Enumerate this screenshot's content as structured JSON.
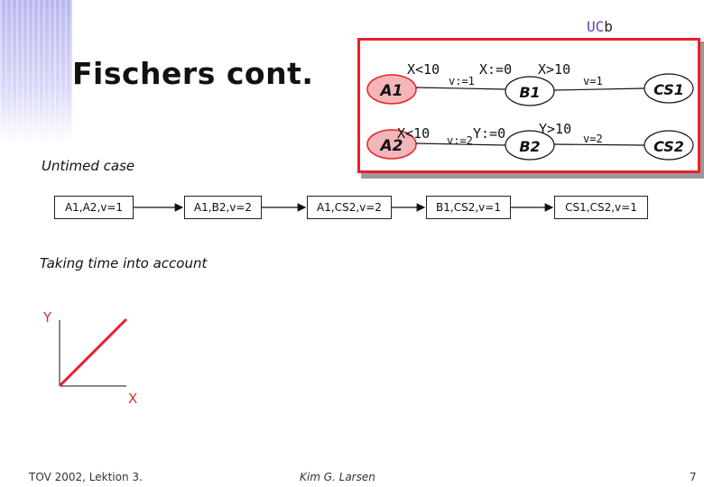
{
  "logo": {
    "uc": "UC",
    "b": "b"
  },
  "title": "Fischers cont.",
  "automaton": {
    "proc1": {
      "loc_a": "A1",
      "loc_b": "B1",
      "loc_cs": "CS1",
      "guard1": "X<10",
      "update1": "v:=1",
      "reset": "X:=0",
      "guard2": "X>10",
      "guard3": "v=1"
    },
    "proc2": {
      "loc_a": "A2",
      "loc_b": "B2",
      "loc_cs": "CS2",
      "guard1": "X<10",
      "update1": "v:=2",
      "reset": "Y:=0",
      "guard2": "Y>10",
      "guard3": "v=2"
    }
  },
  "untimed_label": "Untimed case",
  "states": [
    "A1,A2,v=1",
    "A1,B2,v=2",
    "A1,CS2,v=2",
    "B1,CS2,v=1",
    "CS1,CS2,v=1"
  ],
  "timed_label": "Taking time into account",
  "plot": {
    "ylabel": "Y",
    "xlabel": "X"
  },
  "footer": {
    "left": "TOV 2002, Lektion 3.",
    "center": "Kim G. Larsen",
    "page": "7"
  },
  "colors": {
    "accent": "#e8202a",
    "location_fill": "#f4b6b8",
    "logo": "#6a3fb5"
  }
}
